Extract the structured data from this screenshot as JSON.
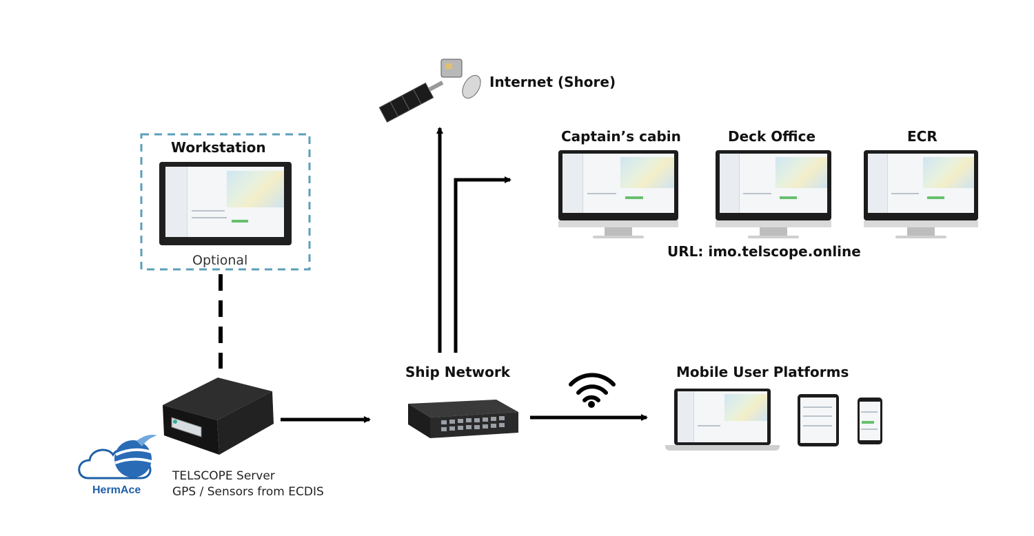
{
  "labels": {
    "internet": "Internet (Shore)",
    "workstation": "Workstation",
    "optional": "Optional",
    "captains_cabin": "Captain’s cabin",
    "deck_office": "Deck Office",
    "ecr": "ECR",
    "url": "URL: imo.telscope.online",
    "ship_network": "Ship Network",
    "mobile_platforms": "Mobile User Platforms",
    "server_line1": "TELSCOPE Server",
    "server_line2": "GPS / Sensors from ECDIS",
    "logo_text": "HermAce"
  },
  "colors": {
    "dashed_box": "#5b9fba",
    "arrow": "#000000",
    "logo_blue": "#1f5fa8"
  }
}
